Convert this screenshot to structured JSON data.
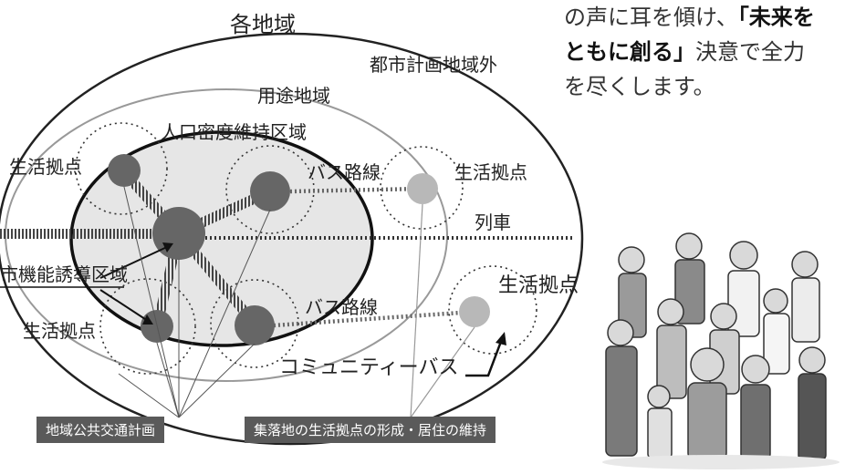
{
  "diagram": {
    "title": "各地域",
    "outer_region": "都市計画地域外",
    "use_zone": "用途地域",
    "density_zone": "人口密度維持区域",
    "hub_labels": [
      "生活拠点",
      "生活拠点",
      "生活拠点",
      "生活拠点"
    ],
    "bus_route_labels": [
      "バス路線",
      "バス路線"
    ],
    "train_label": "列車",
    "urban_function_label": "市機能誘導区域",
    "community_bus": "コミュニティーバス",
    "tag_left": "地域公共交通計画",
    "tag_right": "集落地の生活拠点の形成・居住の維持"
  },
  "caption": {
    "line1_plain": "の声に耳を傾け、",
    "line1_bold": "「未来を",
    "line2_bold": "ともに創る」",
    "line2_plain": "決意で全力",
    "line3": "を尽くします。"
  },
  "colors": {
    "zone_fill": "#e6e6e6",
    "hub_fill": "#666666",
    "satellite_fill": "#b8b8b8",
    "tag_bg": "#5a5a5a"
  }
}
